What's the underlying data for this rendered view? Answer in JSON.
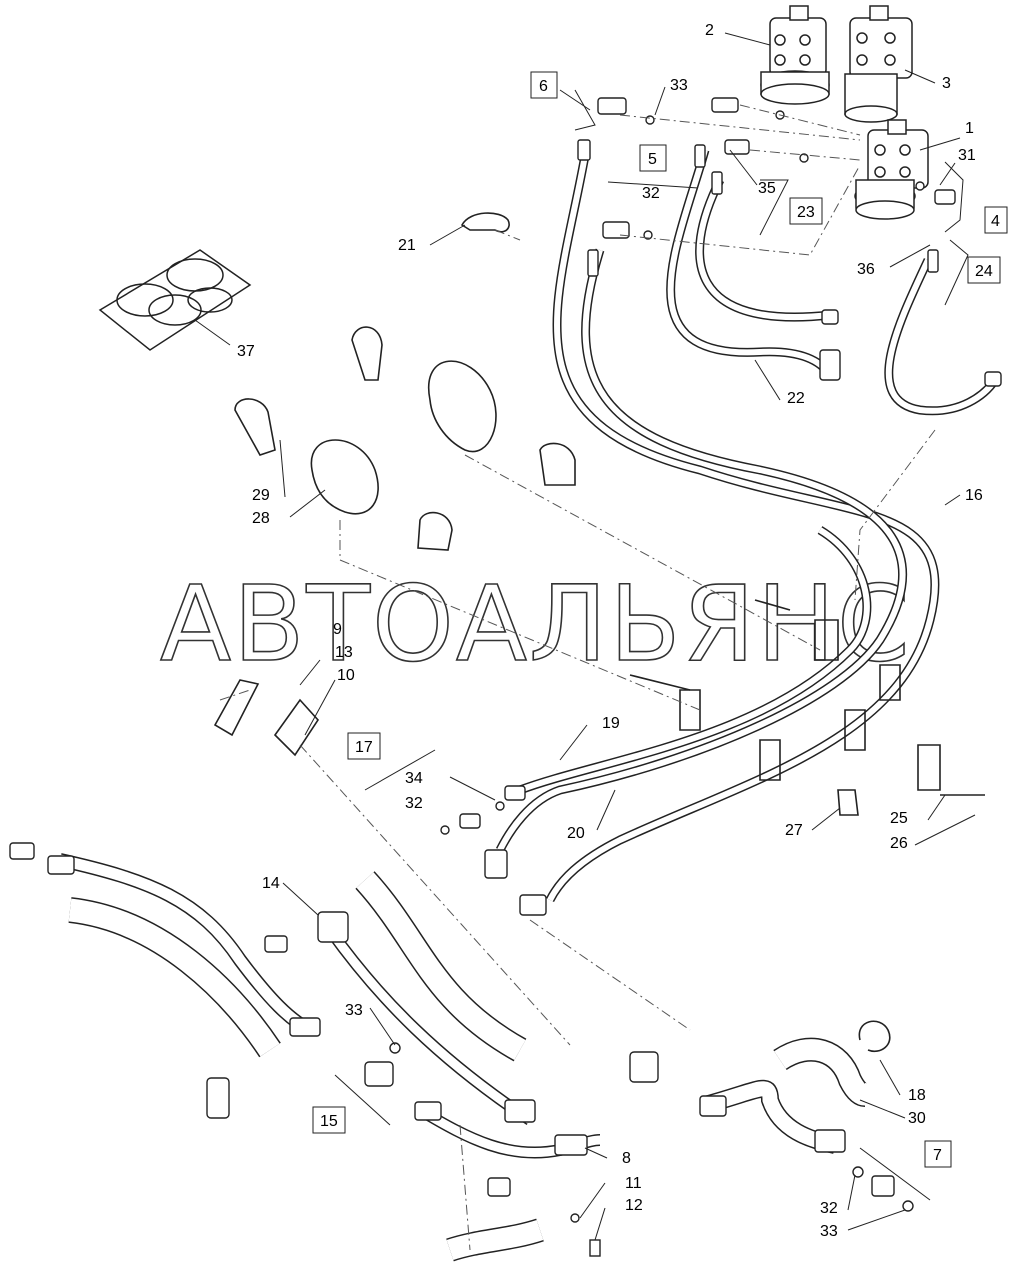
{
  "watermark": "АВТОАЛЬЯНС",
  "callouts": [
    "1",
    "2",
    "3",
    "8",
    "9",
    "10",
    "11",
    "12",
    "13",
    "14",
    "16",
    "18",
    "19",
    "20",
    "21",
    "22",
    "25",
    "26",
    "27",
    "28",
    "29",
    "30",
    "31",
    "32",
    "33",
    "34",
    "35",
    "36",
    "37"
  ],
  "boxed_callouts": [
    "4",
    "5",
    "6",
    "7",
    "15",
    "17",
    "23",
    "24"
  ],
  "colors": {
    "line": "#222222",
    "hose_fill": "#ffffff",
    "background": "#ffffff"
  }
}
